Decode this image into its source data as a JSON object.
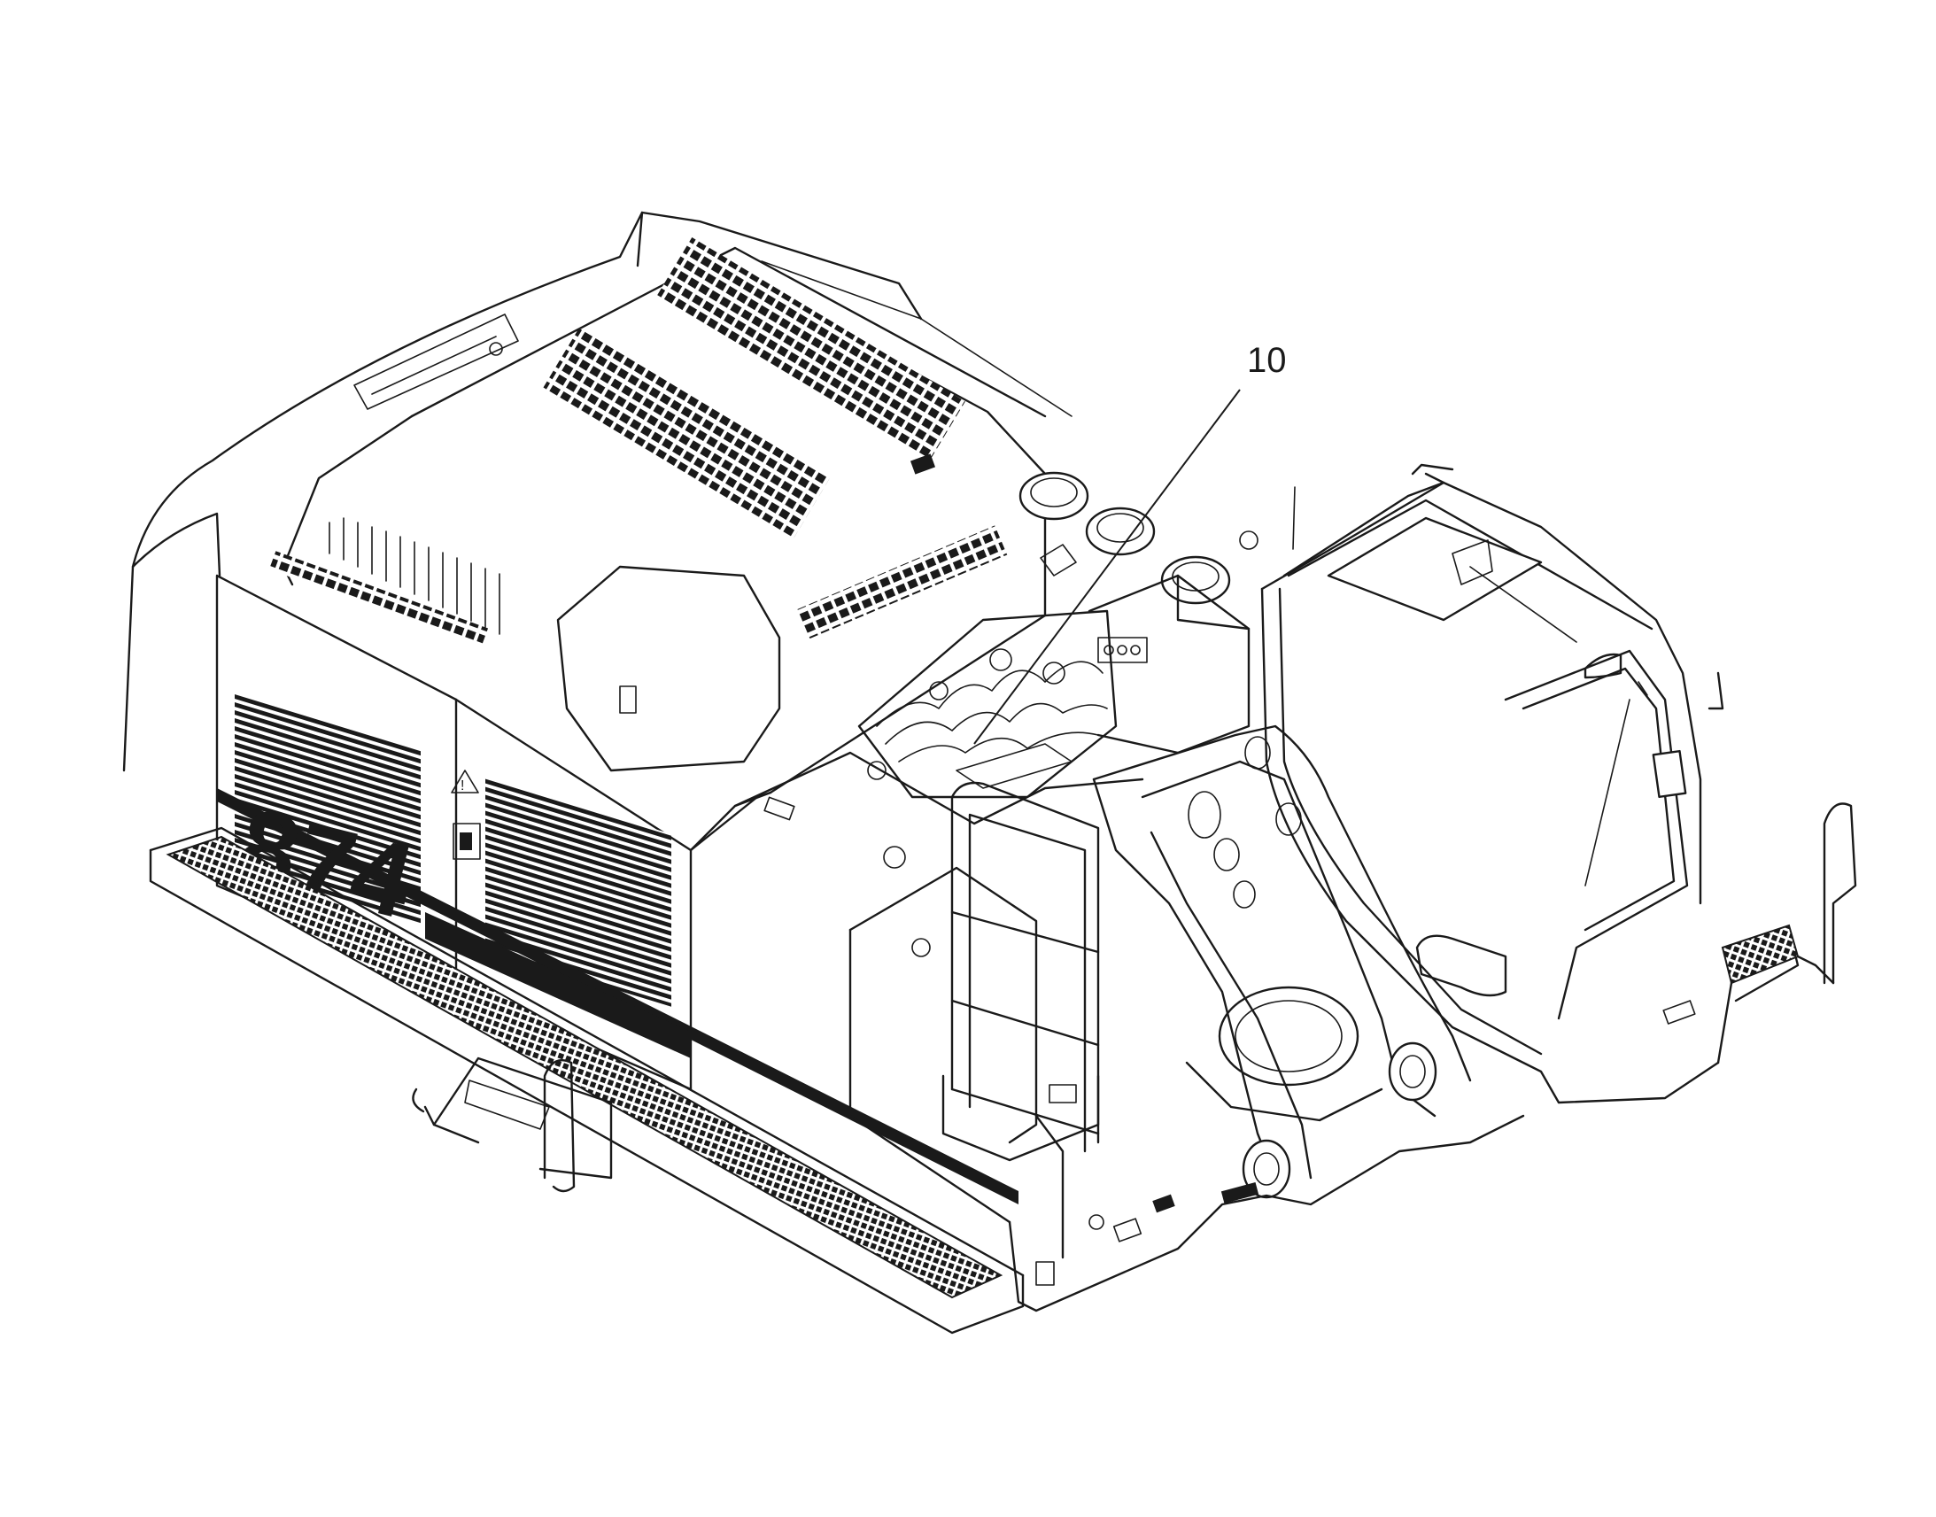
{
  "figure": {
    "callouts": [
      {
        "id": "callout-10",
        "label": "10"
      }
    ],
    "model_marking": "874"
  },
  "colors": {
    "ink": "#1a1a1a",
    "background": "#ffffff"
  }
}
